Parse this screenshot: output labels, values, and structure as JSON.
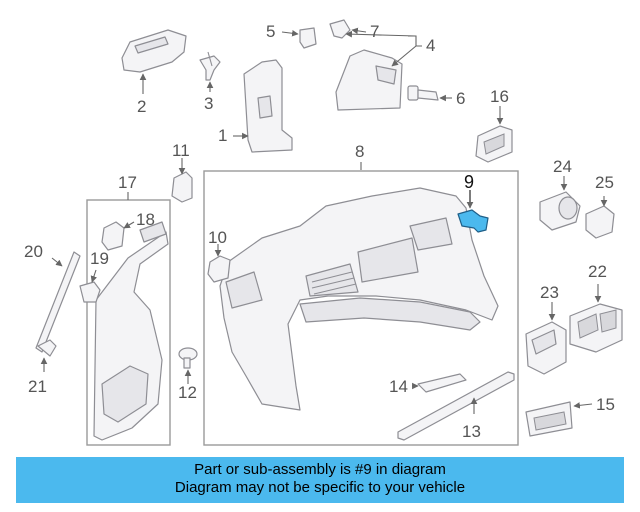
{
  "diagram": {
    "callouts": {
      "c1": "1",
      "c2": "2",
      "c3": "3",
      "c4": "4",
      "c5": "5",
      "c6": "6",
      "c7": "7",
      "c8": "8",
      "c9": "9",
      "c10": "10",
      "c11": "11",
      "c12": "12",
      "c13": "13",
      "c14": "14",
      "c15": "15",
      "c16": "16",
      "c17": "17",
      "c18": "18",
      "c19": "19",
      "c20": "20",
      "c21": "21",
      "c22": "22",
      "c23": "23",
      "c24": "24",
      "c25": "25"
    },
    "highlighted_part": "9",
    "highlight_color": "#4bb9ee"
  },
  "banner": {
    "line1": "Part or sub-assembly is #9 in diagram",
    "line2": "Diagram may not be specific to your vehicle",
    "background": "#4bb9ee"
  }
}
